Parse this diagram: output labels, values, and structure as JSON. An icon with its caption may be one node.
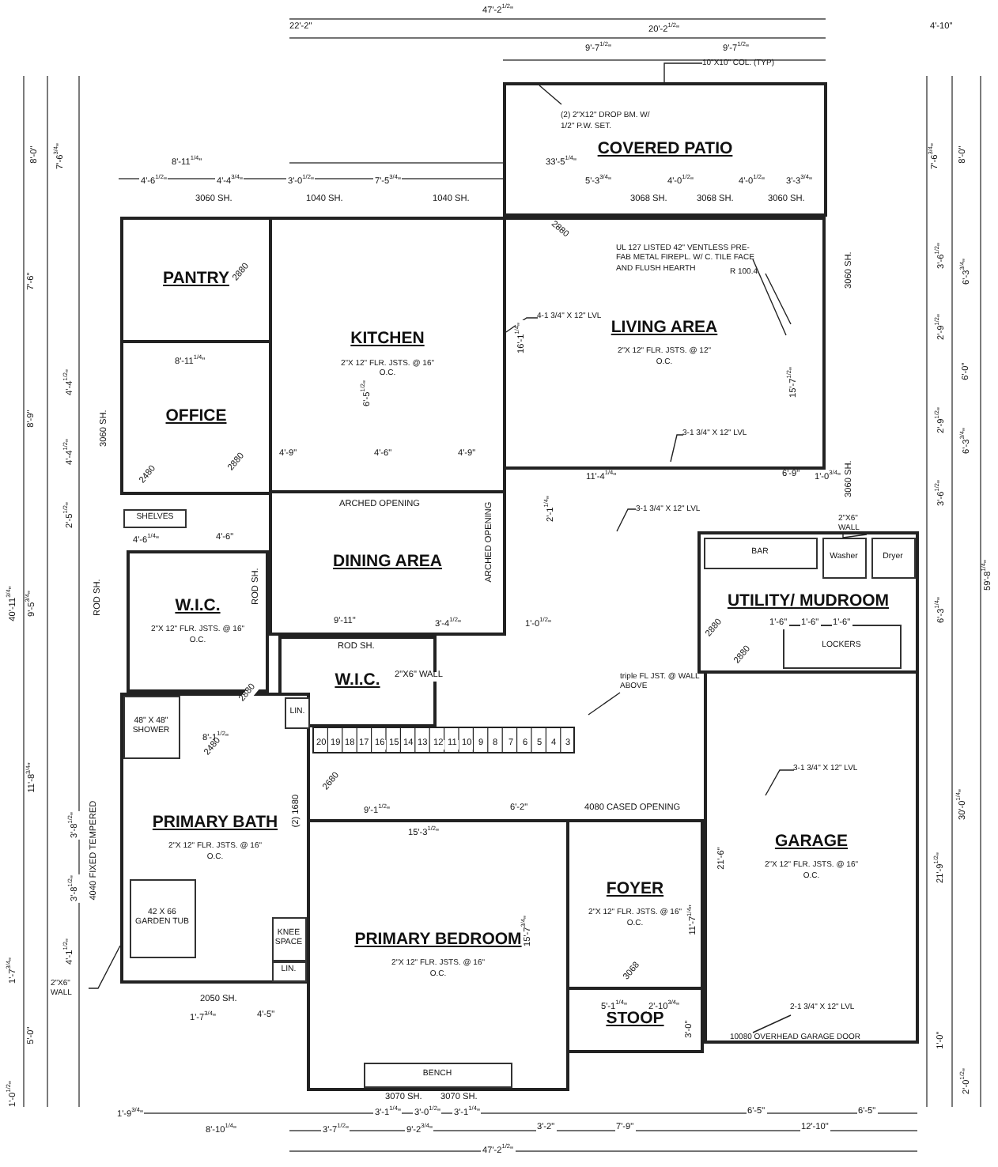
{
  "diagram": {
    "nodes": [
      {
        "text": [
          "COVERED PATIO"
        ]
      },
      {
        "text": [
          "PANTRY"
        ]
      },
      {
        "text": [
          "OFFICE"
        ]
      },
      {
        "text": [
          "KITCHEN",
          "2\"X 12\" FLR. JSTS. @ 16\" O.C."
        ]
      },
      {
        "text": [
          "LIVING AREA",
          "2\"X 12\" FLR. JSTS. @ 12\" O.C."
        ]
      },
      {
        "text": [
          "DINING AREA"
        ]
      },
      {
        "text": [
          "W.I.C.",
          "2\"X 12\" FLR. JSTS. @ 16\" O.C."
        ]
      },
      {
        "text": [
          "W.I.C."
        ]
      },
      {
        "text": [
          "UTILITY/ MUDROOM"
        ]
      },
      {
        "text": [
          "GARAGE",
          "2\"X 12\" FLR. JSTS. @ 16\" O.C."
        ]
      },
      {
        "text": [
          "PRIMARY BATH",
          "2\"X 12\" FLR. JSTS. @ 16\" O.C."
        ]
      },
      {
        "text": [
          "PRIMARY BEDROOM",
          "2\"X 12\" FLR. JSTS. @ 16\" O.C."
        ]
      },
      {
        "text": [
          "FOYER",
          "2\"X 12\" FLR. JSTS. @ 16\" O.C."
        ]
      },
      {
        "text": [
          "STOOP"
        ]
      },
      {
        "text": [
          "SHELVES"
        ]
      },
      {
        "text": [
          "BAR"
        ],
        "in": 8
      },
      {
        "text": [
          "Washer"
        ],
        "in": 8
      },
      {
        "text": [
          "Dryer"
        ],
        "in": 8
      },
      {
        "text": [
          "LOCKERS"
        ],
        "in": 8
      },
      {
        "text": [
          "LIN."
        ]
      },
      {
        "text": [
          "42 X 66 GARDEN TUB"
        ],
        "in": 10
      },
      {
        "text": [
          "48\" X 48\" SHOWER"
        ],
        "in": 10
      },
      {
        "text": [
          "KNEE SPACE"
        ],
        "in": 10
      },
      {
        "text": [
          "LIN."
        ],
        "in": 10
      },
      {
        "text": [
          "BENCH"
        ],
        "in": 11
      },
      {
        "text": [
          "10\"X10\" COL. (TYP)"
        ]
      },
      {
        "text": [
          "(2) 2\"X12\" DROP BM. W/ 1/2\" P.W. SET."
        ],
        "in": 0
      },
      {
        "text": [
          "UL 127 LISTED 42\" VENTLESS PRE-FAB METAL FIREPL. W/ C. TILE FACE AND FLUSH HEARTH"
        ],
        "in": 4
      },
      {
        "text": [
          "R 100.4"
        ],
        "in": 4
      },
      {
        "text": [
          "4-1 3/4\" X 12\" LVL"
        ],
        "in": 4
      },
      {
        "text": [
          "3-1 3/4\" X 12\" LVL"
        ],
        "in": 4
      },
      {
        "text": [
          "3-1 3/4\" X 12\" LVL"
        ]
      },
      {
        "text": [
          "2\"X6\" WALL"
        ]
      },
      {
        "text": [
          "triple FL JST. @ WALL ABOVE"
        ]
      },
      {
        "text": [
          "3-1 3/4\" X 12\" LVL"
        ],
        "in": 9
      },
      {
        "text": [
          "2-1 3/4\" X 12\" LVL"
        ],
        "in": 9
      },
      {
        "text": [
          "2\"X6\" WALL"
        ]
      },
      {
        "text": [
          "10080 OVERHEAD GARAGE DOOR"
        ],
        "in": 9
      }
    ],
    "edges": [
      {
        "from": 25,
        "to": 0,
        "arrow": "none"
      },
      {
        "from": 26,
        "to": 0,
        "arrow": "none"
      },
      {
        "from": 27,
        "to": 4,
        "arrow": "none"
      },
      {
        "from": 28,
        "to": 4,
        "arrow": "none"
      },
      {
        "from": 29,
        "to": 3,
        "arrow": "none"
      },
      {
        "from": 30,
        "to": 4,
        "arrow": "none"
      },
      {
        "from": 31,
        "to": null,
        "arrow": "none"
      },
      {
        "from": 32,
        "to": null,
        "arrow": "none"
      },
      {
        "from": 33,
        "to": null,
        "arrow": "none"
      },
      {
        "from": 34,
        "to": 9,
        "arrow": "none"
      },
      {
        "from": 35,
        "to": 37,
        "arrow": "none"
      },
      {
        "from": 36,
        "to": 10,
        "arrow": "none"
      }
    ],
    "labels": [
      "47'-2$^{1/2}$\"",
      "22'-2\"",
      "20'-2$^{1/2}$\"",
      "4'-10\"",
      "9'-7$^{1/2}$\"",
      "9'-7$^{1/2}$\"",
      "8'-11$^{1/4}$\"",
      "33'-5$^{1/4}$\"",
      "4'-6$^{1/2}$\"",
      "4'-4$^{3/4}$\"",
      "3'-0$^{1/2}$\"",
      "7'-5$^{3/4}$\"",
      "5'-3$^{3/4}$\"",
      "4'-0$^{1/2}$\"",
      "4'-0$^{1/2}$\"",
      "3'-3$^{3/4}$\"",
      "3060 SH.",
      "1040 SH.",
      "1040 SH.",
      "3068 SH.",
      "3068 SH.",
      "3060 SH.",
      "8'-0\"",
      "7'-6$^{3/4}$\"",
      "7'-6$^{3/4}$\"",
      "8'-0\"",
      "3'-6$^{1/2}$\"",
      "6'-3$^{3/4}$\"",
      "2'-9$^{1/2}$\"",
      "6'-0\"",
      "2'-9$^{1/2}$\"",
      "6'-3$^{3/4}$\"",
      "3'-6$^{1/2}$\"",
      "59'-8$^{1/4}$\"",
      "6'-3$^{1/4}$\"",
      "30'-0$^{1/4}$\"",
      "21'-9$^{1/2}$\"",
      "1'-0\"",
      "2'-0$^{1/2}$\"",
      "7'-6\"",
      "4'-4$^{1/2}$\"",
      "8'-9\"",
      "4'-4$^{1/2}$\"",
      "2'-5$^{1/2}$\"",
      "9'-5$^{3/4}$\"",
      "40'-11$^{3/4}$\"",
      "11'-8$^{3/4}$\"",
      "3'-8$^{1/2}$\"",
      "3'-8$^{1/2}$\"",
      "4'-1$^{1/2}$\"",
      "1'-7$^{3/4}$\"",
      "5'-0\"",
      "1'-0$^{1/2}$\"",
      "1'-9$^{3/4}$\"",
      "8'-10$^{1/4}$\"",
      "3'-7$^{1/2}$\"",
      "9'-2$^{3/4}$\"",
      "3'-2\"",
      "7'-9\"",
      "12'-10\"",
      "47'-2$^{1/2}$\"",
      "3'-1$^{1/4}$\"",
      "3'-0$^{1/2}$\"",
      "3'-1$^{1/4}$\"",
      "3070 SH.",
      "3070 SH.",
      "6'-5\"",
      "6'-5\"",
      "2050 SH.",
      "1'-7$^{3/4}$\"",
      "4'-5\"",
      "6'-5$^{1/2}$\"",
      "4'-9\"",
      "4'-6\"",
      "4'-9\"",
      "8'-11$^{1/4}$\"",
      "3060 SH.",
      "ARCHED OPENING",
      "16'-1$^{1/4}$\"",
      "15'-7$^{1/2}$\"",
      "11'-4$^{1/4}$\"",
      "6'-9\"",
      "1'-0$^{3/4}$\"",
      "3060 SH.",
      "3060 SH.",
      "2'-1$^{1/4}$\"",
      "9'-11\"",
      "3'-4$^{1/2}$\"",
      "1'-0$^{1/2}$\"",
      "4'-6$^{1/4}$\"",
      "4'-6\"",
      "ROD SH.",
      "ROD SH.",
      "ROD SH.",
      "ARCHED OPENING",
      "2\"X6\" WALL",
      "9'-1$^{1/2}$\"",
      "6'-2\"",
      "15'-3$^{1/2}$\"",
      "15'-7$^{3/4}$\"",
      "11'-7$^{1/4}$\"",
      "21'-6\"",
      "4080 CASED OPENING",
      "5'-1$^{1/4}$\"",
      "2'-10$^{3/4}$\"",
      "3'-0\"",
      "1'-6\"",
      "1'-6\"",
      "1'-6\"",
      "8'-1$^{1/2}$\"",
      "(2) 1680",
      "4040 FIXED TEMPERED",
      "2880",
      "2880",
      "2480",
      "2880",
      "2880",
      "2880",
      "2880",
      "2480",
      "2680",
      "3068",
      "20",
      "19",
      "18",
      "17",
      "16",
      "15",
      "14",
      "13",
      "12",
      "11",
      "10",
      "9",
      "8",
      "7",
      "6",
      "5",
      "4",
      "3"
    ]
  }
}
